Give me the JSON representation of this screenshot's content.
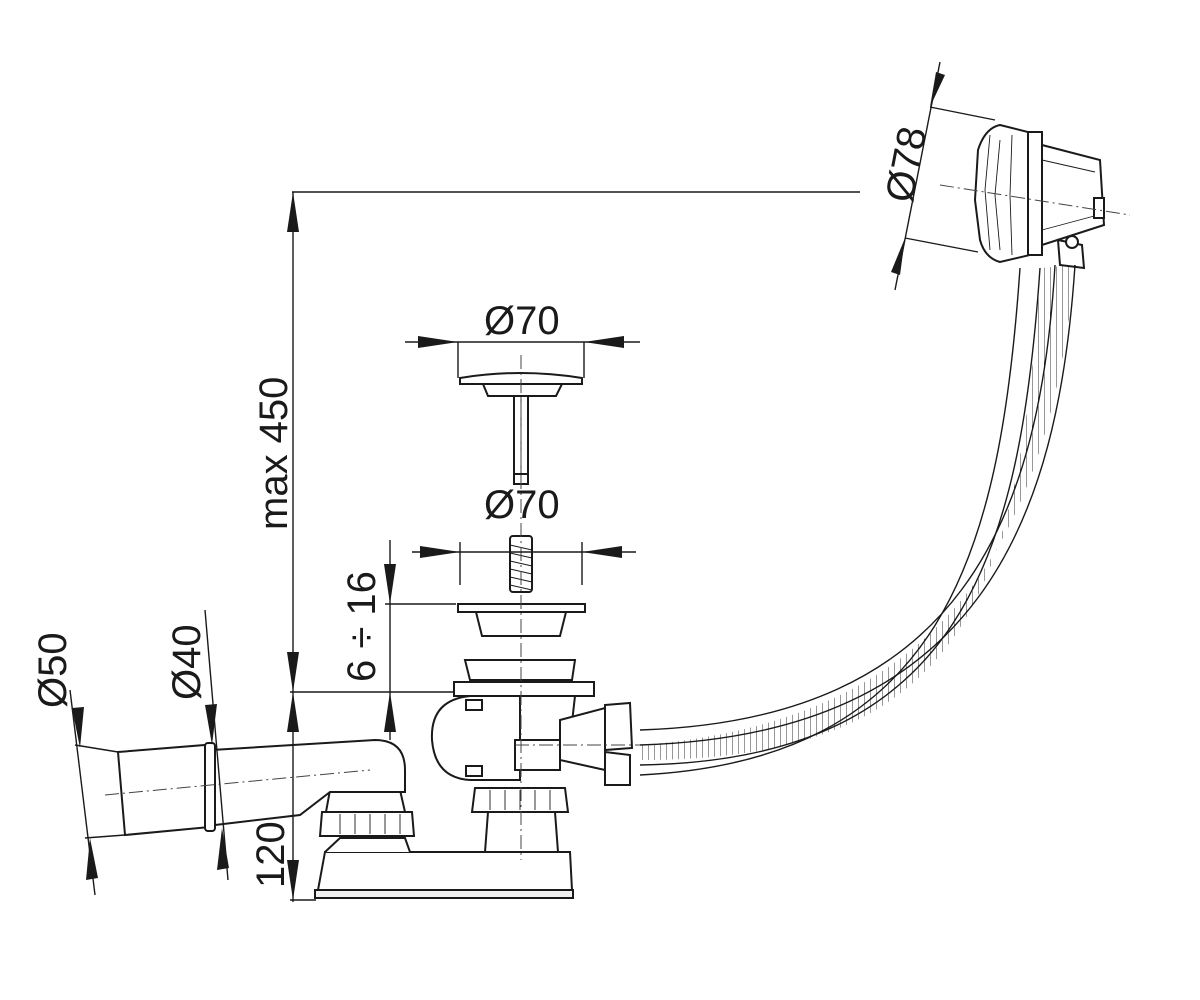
{
  "diagram": {
    "background": "#ffffff",
    "line_color": "#1a1a1a",
    "dimensions": {
      "overflow_diameter": "Ø78",
      "plug_diameter": "Ø70",
      "strainer_diameter": "Ø70",
      "max_height": "max 450",
      "bath_thickness_range": "6 ÷ 16",
      "outlet_diameter_outer": "Ø50",
      "outlet_diameter_inner": "Ø40",
      "trap_height": "120"
    }
  }
}
